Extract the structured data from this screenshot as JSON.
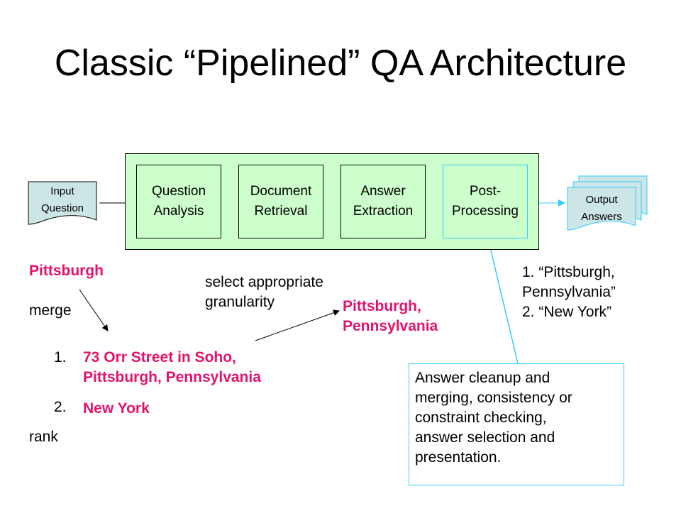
{
  "title": "Classic “Pipelined” QA Architecture",
  "input": "Input\nQuestion",
  "output": "Output\nAnswers",
  "stages": [
    "Question\nAnalysis",
    "Document\nRetrieval",
    "Answer\nExtraction",
    "Post-\nProcessing"
  ],
  "colors": {
    "panel": "#ccffcc",
    "doc": "#cce5e5",
    "highlight": "#e3136b",
    "callout": "#33ccff"
  },
  "labels": {
    "pittsburgh": "Pittsburgh",
    "merge": "merge",
    "rank": "rank",
    "select": "select appropriate\ngranularity",
    "pittsburgh_pa": "Pittsburgh,\nPennsylvania"
  },
  "ranked_list": [
    {
      "num": "1.",
      "text": "73 Orr Street in Soho,\nPittsburgh, Pennsylvania"
    },
    {
      "num": "2.",
      "text": "New York"
    }
  ],
  "final_answers": "1. “Pittsburgh,\nPennsylvania”\n2. “New York”",
  "note": "Answer cleanup and\nmerging, consistency or\nconstraint checking,\nanswer selection and\npresentation."
}
